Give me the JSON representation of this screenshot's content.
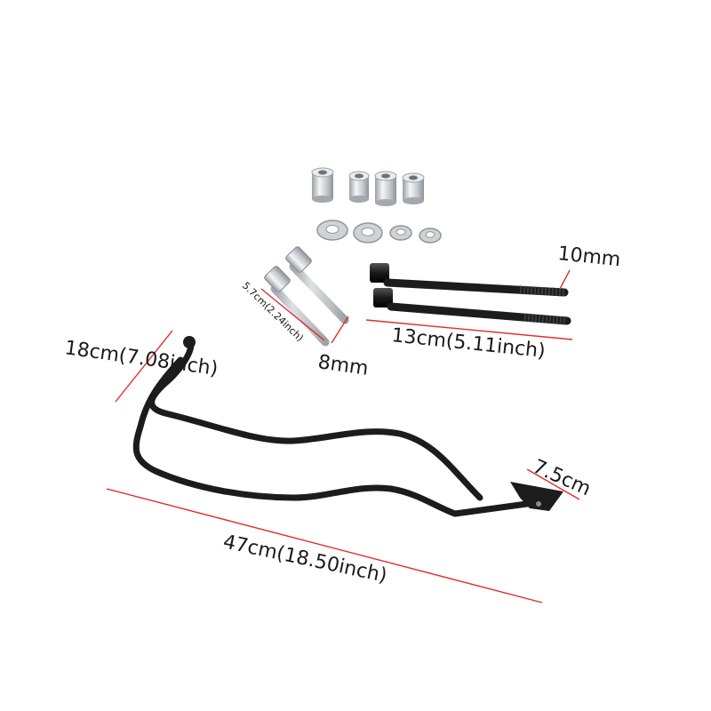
{
  "labels": {
    "bolt_long_size": "10mm",
    "bolt_long_length": "13cm(5.11inch)",
    "bolt_short_length": "5.7cm(2.24inch)",
    "bolt_short_size": "8mm",
    "bracket_height": "18cm(7.08inch)",
    "bracket_length": "47cm(18.50inch)",
    "plate_width": "7.5cm"
  },
  "colors": {
    "dimension_line": "#e32b2b",
    "steel_black": "#1c1c1c",
    "aluminium": "#d9dcdf"
  }
}
